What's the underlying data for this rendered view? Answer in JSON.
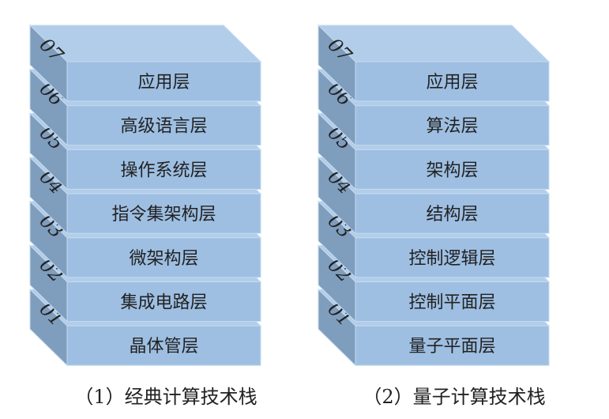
{
  "colors": {
    "front": "#9ebfe2",
    "top": "#b2cde9",
    "side": "#7f9dbd",
    "edge": "#c4dbf0"
  },
  "stacks": [
    {
      "caption": "（1）经典计算技术栈",
      "layers": [
        {
          "num": "07",
          "label": "应用层"
        },
        {
          "num": "06",
          "label": "高级语言层"
        },
        {
          "num": "05",
          "label": "操作系统层"
        },
        {
          "num": "04",
          "label": "指令集架构层"
        },
        {
          "num": "03",
          "label": "微架构层"
        },
        {
          "num": "02",
          "label": "集成电路层"
        },
        {
          "num": "01",
          "label": "晶体管层"
        }
      ]
    },
    {
      "caption": "（2）量子计算技术栈",
      "layers": [
        {
          "num": "07",
          "label": "应用层"
        },
        {
          "num": "06",
          "label": "算法层"
        },
        {
          "num": "05",
          "label": "架构层"
        },
        {
          "num": "04",
          "label": "结构层"
        },
        {
          "num": "03",
          "label": "控制逻辑层"
        },
        {
          "num": "02",
          "label": "控制平面层"
        },
        {
          "num": "01",
          "label": "量子平面层"
        }
      ]
    }
  ]
}
